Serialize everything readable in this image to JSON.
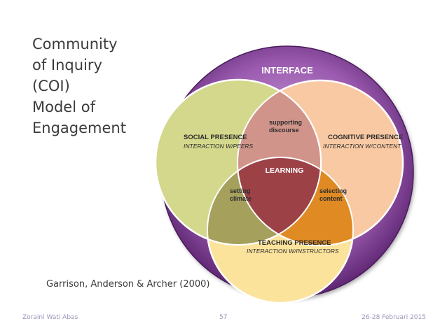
{
  "title_lines": [
    "Community",
    "of Inquiry",
    "(COI)",
    "Model of",
    "Engagement"
  ],
  "diagram": {
    "outer_label": "INTERFACE",
    "circles": {
      "social": {
        "title": "SOCIAL PRESENCE",
        "subtitle": "INTERACTION W/PEERS",
        "color": "#d3d88c"
      },
      "cognitive": {
        "title": "COGNITIVE PRESENCE",
        "subtitle": "INTERACTION W/CONTENT",
        "color": "#f9c9a3"
      },
      "teaching": {
        "title": "TEACHING PRESENCE",
        "subtitle": "INTERACTION W/INSTRUCTORS",
        "color": "#fbe39c"
      }
    },
    "overlaps": {
      "social_cognitive": {
        "lines": [
          "supporting",
          "discourse"
        ],
        "color": "#d0948a"
      },
      "social_teaching": {
        "lines": [
          "setting",
          "climate"
        ],
        "color": "#a5a05c"
      },
      "cognitive_teaching": {
        "lines": [
          "selecting",
          "content"
        ],
        "color": "#df8a23"
      },
      "center": {
        "label": "LEARNING",
        "color": "#9c4247"
      }
    },
    "ring_color": "#7c3c93"
  },
  "citation": "Garrison, Anderson & Archer (2000)",
  "footer": {
    "left": "Zoraini Wati Abas",
    "center": "57",
    "right": "26-28 Februari 2015"
  }
}
